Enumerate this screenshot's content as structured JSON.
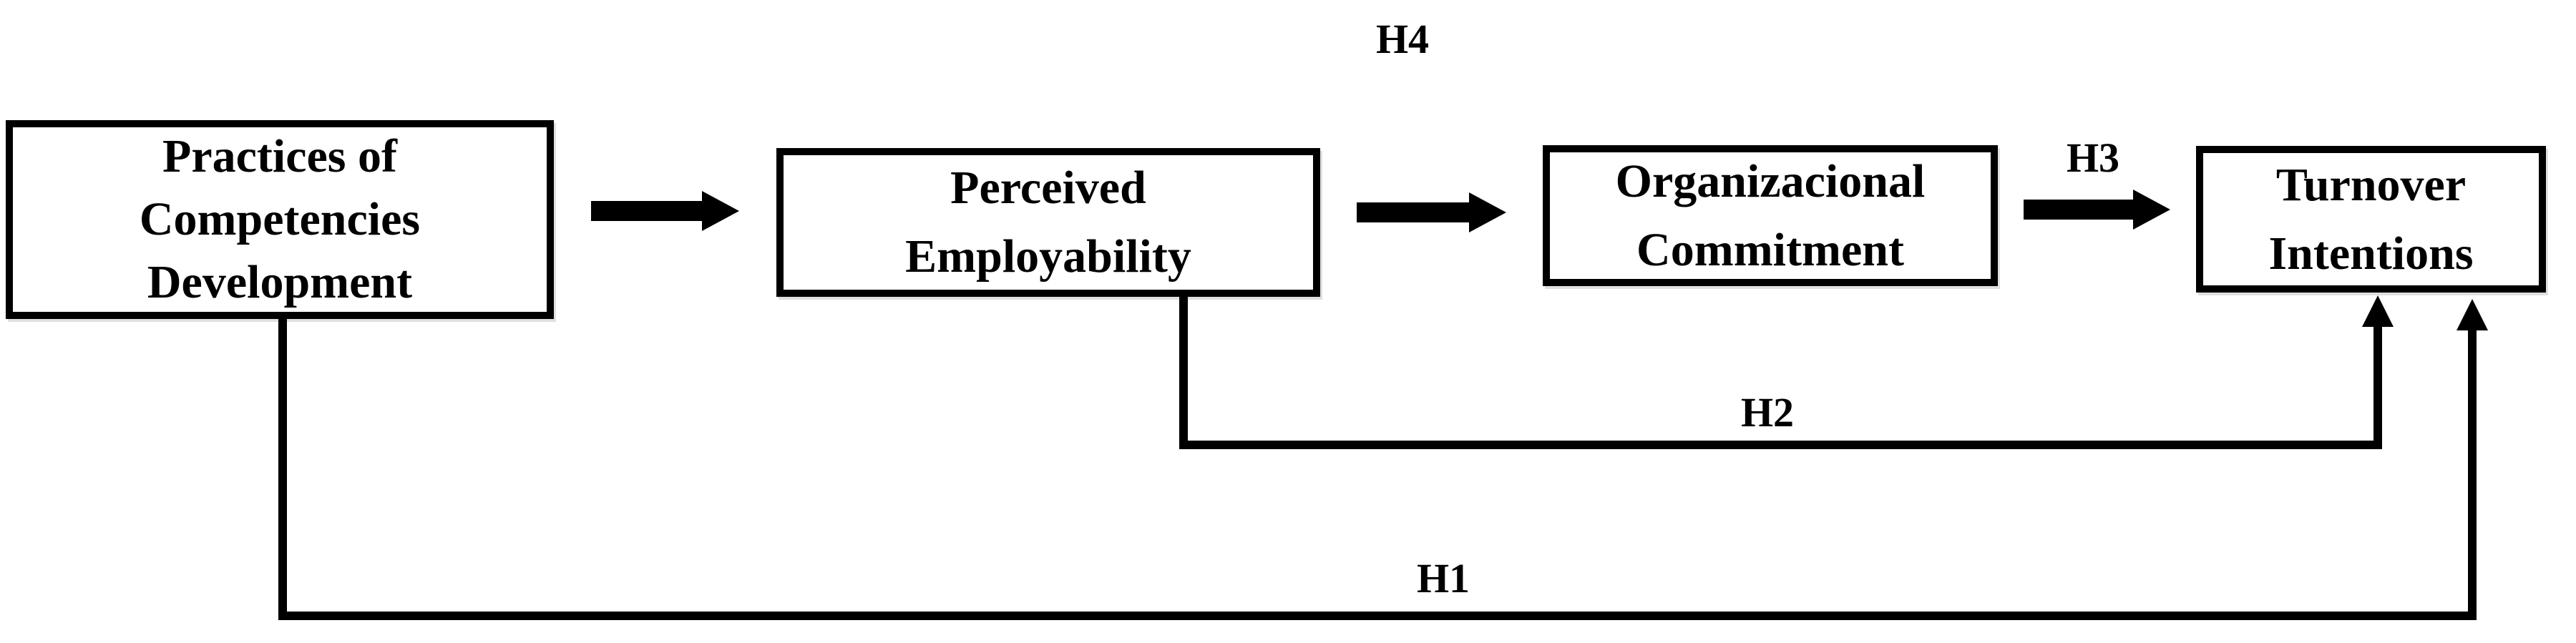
{
  "canvas": {
    "background": "#ffffff",
    "ink": "#000000"
  },
  "nodes": [
    {
      "id": "practices-of-competencies-development",
      "label": "Practices of\nCompetencies\nDevelopment"
    },
    {
      "id": "perceived-employability",
      "label": "Perceived\nEmployability"
    },
    {
      "id": "organizacional-commitment",
      "label": "Organizacional\nCommitment"
    },
    {
      "id": "turnover-intentions",
      "label": "Turnover\nIntentions"
    }
  ],
  "hypotheses": {
    "h1": "H1",
    "h2": "H2",
    "h3": "H3",
    "h4": "H4"
  },
  "edges": [
    {
      "from": "Practices of Competencies Development",
      "to": "Perceived Employability",
      "style": "block-arrow",
      "label": ""
    },
    {
      "from": "Perceived Employability",
      "to": "Organizacional Commitment",
      "style": "block-arrow",
      "label": ""
    },
    {
      "from": "Organizacional Commitment",
      "to": "Turnover Intentions",
      "style": "block-arrow",
      "label": "H3"
    },
    {
      "from": "Perceived Employability",
      "to": "Turnover Intentions",
      "style": "elbow-arrow",
      "label": "H2"
    },
    {
      "from": "Practices of Competencies Development",
      "to": "Turnover Intentions",
      "style": "elbow-arrow",
      "label": "H1"
    }
  ]
}
